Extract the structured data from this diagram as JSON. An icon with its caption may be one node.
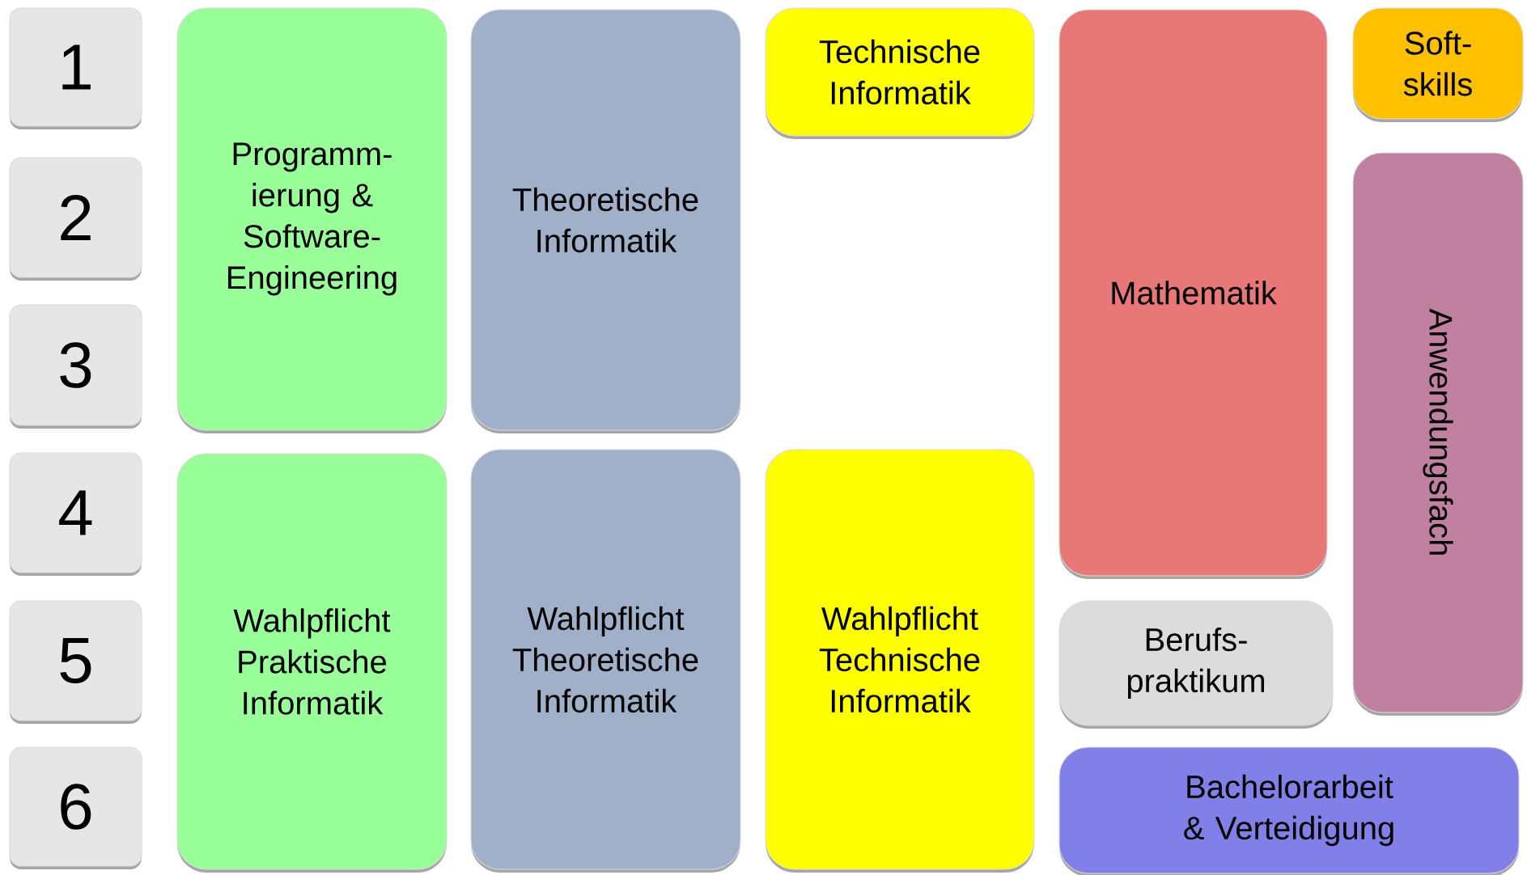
{
  "diagram": {
    "nodes": [
      {
        "text": [
          "1"
        ]
      },
      {
        "text": [
          "2"
        ]
      },
      {
        "text": [
          "3"
        ]
      },
      {
        "text": [
          "4"
        ]
      },
      {
        "text": [
          "5"
        ]
      },
      {
        "text": [
          "6"
        ]
      },
      {
        "text": [
          "Programm- ierung & Software- Engineering"
        ]
      },
      {
        "text": [
          "Theoretische Informatik"
        ]
      },
      {
        "text": [
          "Technische Informatik"
        ]
      },
      {
        "text": [
          "Mathematik"
        ]
      },
      {
        "text": [
          "Soft- skills"
        ]
      },
      {
        "text": [
          "Anwendungsfach"
        ]
      },
      {
        "text": [
          "Wahlpflicht Praktische Informatik"
        ]
      },
      {
        "text": [
          "Wahlpflicht Theoretische Informatik"
        ]
      },
      {
        "text": [
          "Wahlpflicht Technische Informatik"
        ]
      },
      {
        "text": [
          "Berufs- praktikum"
        ]
      },
      {
        "text": [
          "Bachelorarbeit & Verteidigung"
        ]
      }
    ]
  }
}
